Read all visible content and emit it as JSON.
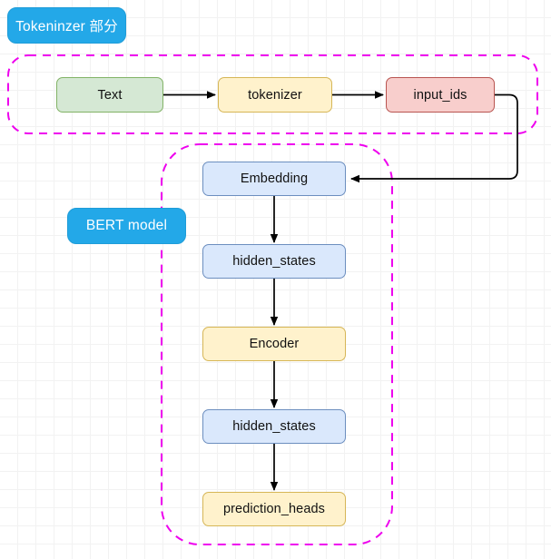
{
  "diagram": {
    "title_tags": [
      {
        "id": "tokenizer-group-label",
        "label": "Tokeninzer 部分"
      },
      {
        "id": "bert-model-group-label",
        "label": "BERT model"
      }
    ],
    "groups": [
      {
        "id": "tokenizer-group",
        "style": "dashed",
        "color": "#ee00ee"
      },
      {
        "id": "bert-model-group",
        "style": "dashed",
        "color": "#ee00ee"
      }
    ],
    "nodes": [
      {
        "id": "text",
        "label": "Text",
        "fill": "#d5e8d4",
        "stroke": "#82b366"
      },
      {
        "id": "tokenizer",
        "label": "tokenizer",
        "fill": "#fff2cc",
        "stroke": "#d6b656"
      },
      {
        "id": "input-ids",
        "label": "input_ids",
        "fill": "#f8cecc",
        "stroke": "#b85450"
      },
      {
        "id": "embedding",
        "label": "Embedding",
        "fill": "#dae8fc",
        "stroke": "#6c8ebf"
      },
      {
        "id": "hidden-states-1",
        "label": "hidden_states",
        "fill": "#dae8fc",
        "stroke": "#6c8ebf"
      },
      {
        "id": "encoder",
        "label": "Encoder",
        "fill": "#fff2cc",
        "stroke": "#d6b656"
      },
      {
        "id": "hidden-states-2",
        "label": "hidden_states",
        "fill": "#dae8fc",
        "stroke": "#6c8ebf"
      },
      {
        "id": "prediction-heads",
        "label": "prediction_heads",
        "fill": "#fff2cc",
        "stroke": "#d6b656"
      }
    ],
    "edges": [
      {
        "from": "text",
        "to": "tokenizer"
      },
      {
        "from": "tokenizer",
        "to": "input-ids"
      },
      {
        "from": "input-ids",
        "to": "embedding"
      },
      {
        "from": "embedding",
        "to": "hidden-states-1"
      },
      {
        "from": "hidden-states-1",
        "to": "encoder"
      },
      {
        "from": "encoder",
        "to": "hidden-states-2"
      },
      {
        "from": "hidden-states-2",
        "to": "prediction-heads"
      }
    ],
    "colors": {
      "edge": "#000000",
      "group_border": "#ee00ee",
      "tag_fill": "#23a8e8",
      "grid_minor": "#f2f2f2",
      "grid_major": "#dcdcdc"
    }
  }
}
